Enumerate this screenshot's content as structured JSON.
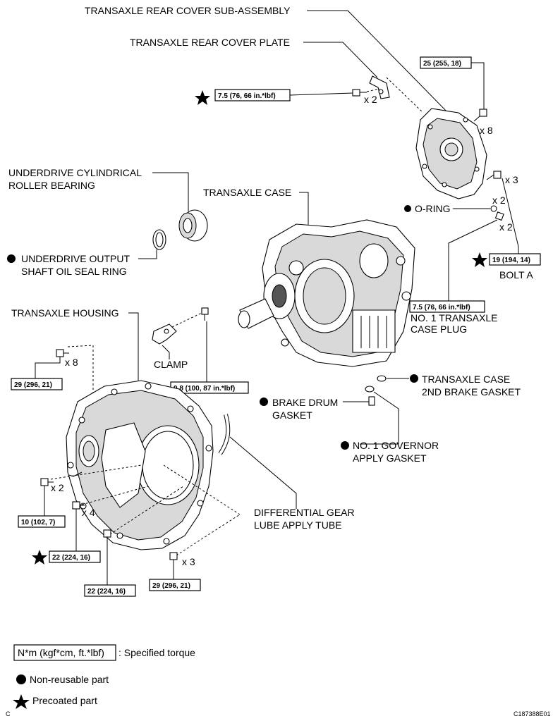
{
  "labels": {
    "rear_cover_sub_assembly": "TRANSAXLE REAR COVER SUB-ASSEMBLY",
    "rear_cover_plate": "TRANSAXLE REAR COVER PLATE",
    "underdrive_bearing_1": "UNDERDRIVE CYLINDRICAL",
    "underdrive_bearing_2": "ROLLER BEARING",
    "transaxle_case": "TRANSAXLE CASE",
    "o_ring": "O-RING",
    "oil_seal_1": "UNDERDRIVE OUTPUT",
    "oil_seal_2": "SHAFT OIL SEAL RING",
    "bolt_a": "BOLT A",
    "case_plug_1": "NO. 1 TRANSAXLE",
    "case_plug_2": "CASE PLUG",
    "transaxle_housing": "TRANSAXLE HOUSING",
    "clamp": "CLAMP",
    "case_2nd_brake_gasket_1": "TRANSAXLE CASE",
    "case_2nd_brake_gasket_2": "2ND BRAKE GASKET",
    "brake_drum_gasket_1": "BRAKE DRUM",
    "brake_drum_gasket_2": "GASKET",
    "governor_gasket_1": "NO. 1 GOVERNOR",
    "governor_gasket_2": "APPLY GASKET",
    "lube_tube_1": "DIFFERENTIAL GEAR",
    "lube_tube_2": "LUBE APPLY TUBE"
  },
  "quantities": {
    "plate_bolts": "x 2",
    "cover_bolts": "x 8",
    "cover_bolts_b": "x 3",
    "o_ring": "x 2",
    "plug": "x 2",
    "housing_bolts_top": "x 8",
    "housing_bolts_left": "x 2",
    "housing_bolts_mid": "x 4",
    "housing_bolts_bottom": "x 3"
  },
  "torques": {
    "plate_bolt": "7.5 (76, 66 in.*lbf)",
    "rear_cover": "25 (255, 18)",
    "bolt_a": "19 (194, 14)",
    "case_plug": "7.5 (76, 66 in.*lbf)",
    "housing_top": "29 (296, 21)",
    "clamp_bolt": "9.8 (100, 87 in.*lbf)",
    "housing_left": "10 (102, 7)",
    "housing_precoat": "22 (224, 16)",
    "housing_mid": "22 (224, 16)",
    "housing_bottom": "29 (296, 21)"
  },
  "legend": {
    "torque_box": "N*m (kgf*cm, ft.*lbf)",
    "torque_text": ": Specified torque",
    "non_reusable": "Non-reusable part",
    "precoated": "Precoated part"
  },
  "corner_letter": "C",
  "figure_code": "C187388E01"
}
